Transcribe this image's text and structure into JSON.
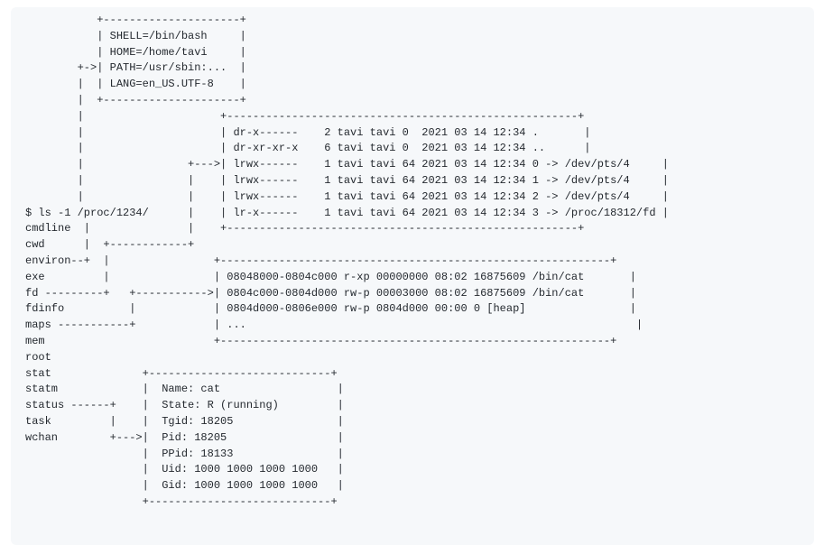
{
  "code_block": {
    "lines": [
      "           +---------------------+",
      "           | SHELL=/bin/bash     |",
      "           | HOME=/home/tavi     |",
      "        +->| PATH=/usr/sbin:...  |",
      "        |  | LANG=en_US.UTF-8    |",
      "        |  +---------------------+",
      "        |                     +------------------------------------------------------+",
      "        |                     | dr-x------    2 tavi tavi 0  2021 03 14 12:34 .       |",
      "        |                     | dr-xr-xr-x    6 tavi tavi 0  2021 03 14 12:34 ..      |",
      "        |                +--->| lrwx------    1 tavi tavi 64 2021 03 14 12:34 0 -> /dev/pts/4     |",
      "        |                |    | lrwx------    1 tavi tavi 64 2021 03 14 12:34 1 -> /dev/pts/4     |",
      "        |                |    | lrwx------    1 tavi tavi 64 2021 03 14 12:34 2 -> /dev/pts/4     |",
      "$ ls -1 /proc/1234/      |    | lr-x------    1 tavi tavi 64 2021 03 14 12:34 3 -> /proc/18312/fd |",
      "cmdline  |               |    +------------------------------------------------------+",
      "cwd      |  +------------+",
      "environ--+  |                +------------------------------------------------------------+",
      "exe         |                | 08048000-0804c000 r-xp 00000000 08:02 16875609 /bin/cat       |",
      "fd ---------+   +----------->| 0804c000-0804d000 rw-p 00003000 08:02 16875609 /bin/cat       |",
      "fdinfo          |            | 0804d000-0806e000 rw-p 0804d000 00:00 0 [heap]                |",
      "maps -----------+            | ...                                                            |",
      "mem                          +------------------------------------------------------------+",
      "root",
      "stat              +----------------------------+",
      "statm             |  Name: cat                  |",
      "status ------+    |  State: R (running)         |",
      "task         |    |  Tgid: 18205                |",
      "wchan        +--->|  Pid: 18205                 |",
      "                  |  PPid: 18133                |",
      "                  |  Uid: 1000 1000 1000 1000   |",
      "                  |  Gid: 1000 1000 1000 1000   |",
      "                  +----------------------------+"
    ]
  }
}
